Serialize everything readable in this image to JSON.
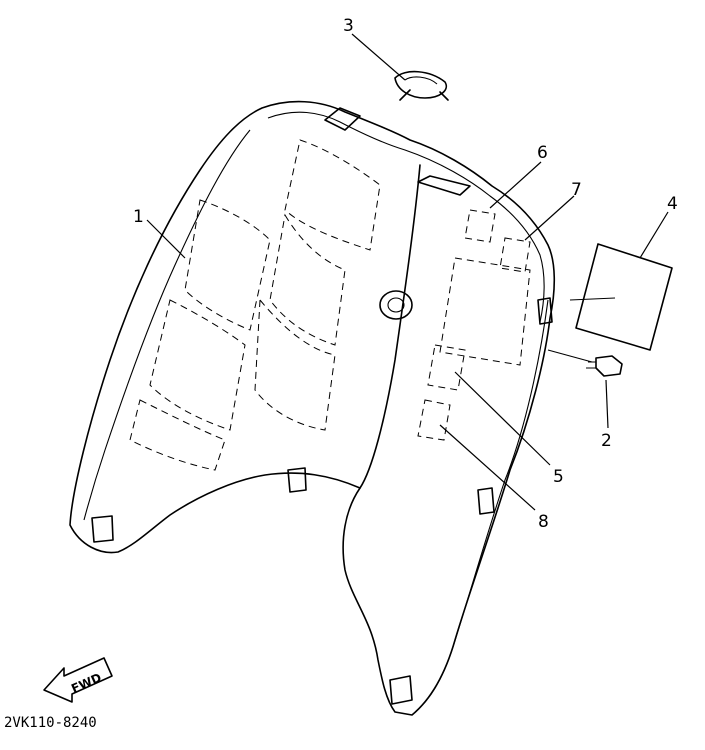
{
  "diagram_code": "2VK110-8240",
  "fwd_label": "FWD",
  "callouts": [
    {
      "id": "1",
      "label": "1"
    },
    {
      "id": "2",
      "label": "2"
    },
    {
      "id": "3",
      "label": "3"
    },
    {
      "id": "4",
      "label": "4"
    },
    {
      "id": "5",
      "label": "5"
    },
    {
      "id": "6",
      "label": "6"
    },
    {
      "id": "7",
      "label": "7"
    },
    {
      "id": "8",
      "label": "8"
    }
  ]
}
